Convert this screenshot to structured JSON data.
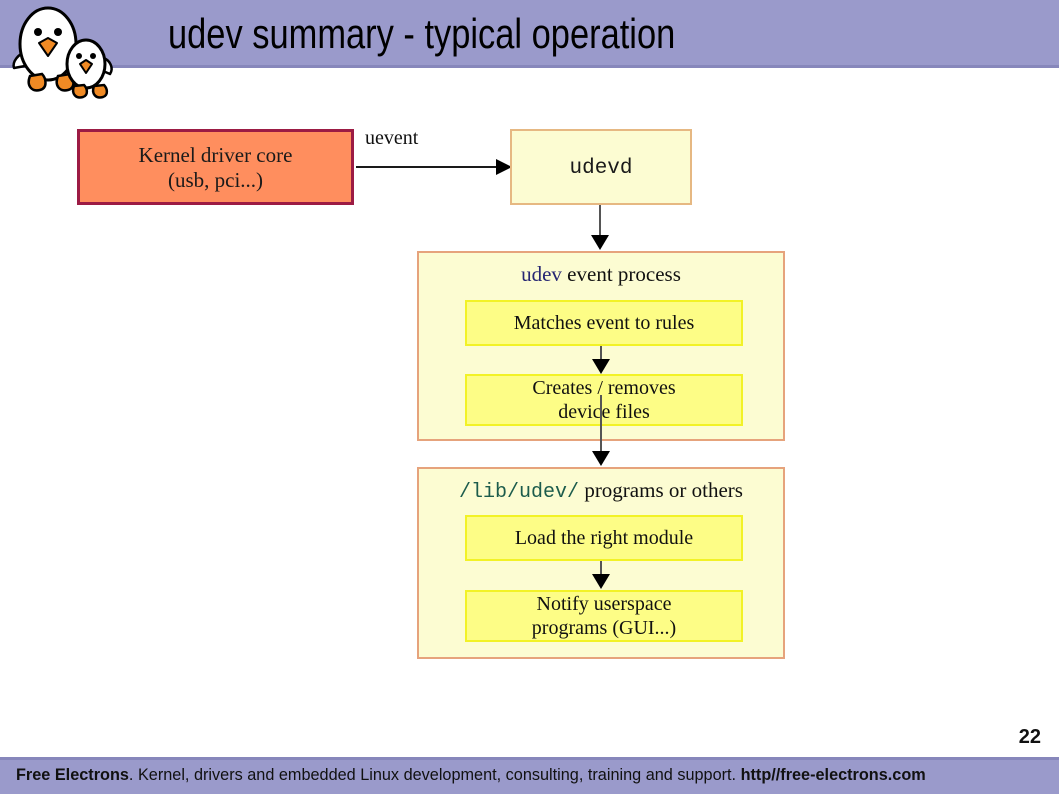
{
  "header": {
    "title": "udev summary - typical operation",
    "logo_icon": "two-penguins-logo",
    "band_color": "#9a9acb"
  },
  "diagram": {
    "kernel_box": {
      "line1": "Kernel driver core",
      "line2": "(usb, pci...)",
      "fill": "#ff8e5e",
      "border": "#9c1b44"
    },
    "uevent_label": "uevent",
    "udevd_box": {
      "label": "udevd",
      "fill": "#fcfcd2",
      "border": "#e6b882"
    },
    "udev_event_group": {
      "title_accent": "udev",
      "title_rest": " event process",
      "accent_color": "#262673",
      "fill": "#fcfcd2",
      "border": "#e6a37c",
      "steps": [
        {
          "line1": "Matches event to rules",
          "line2": ""
        },
        {
          "line1": "Creates / removes",
          "line2": "device files"
        }
      ]
    },
    "libudev_group": {
      "title_accent": "/lib/udev/",
      "title_rest": " programs or others",
      "accent_color": "#1c5c4c",
      "fill": "#fcfcd2",
      "border": "#e6a37c",
      "steps": [
        {
          "line1": "Load the right module",
          "line2": ""
        },
        {
          "line1": "Notify userspace",
          "line2": "programs (GUI...)"
        }
      ]
    }
  },
  "footer": {
    "page_number": "22",
    "brand": "Free Electrons",
    "tagline": ". Kernel, drivers and embedded Linux development, consulting, training and support. ",
    "url": "http//free-electrons.com",
    "band_color": "#9a9acb"
  }
}
